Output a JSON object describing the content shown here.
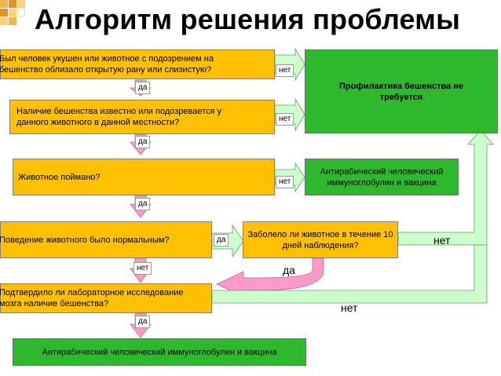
{
  "title": "Алгоритм решения проблемы",
  "boxes": {
    "q1": "Был человек укушен или животное с подозрением на бешенство облизало открытую рану или слизистую?",
    "q2": "Наличие бешенства известно или подозревается у данного животного в данной местности?",
    "q3": "Животное поймано?",
    "q4": "Поведение животного было нормальным?",
    "q5": "Заболело ли животное в течение 10 дней наблюдения?",
    "q6": "Подтвердило ли лабораторное исследование мозга наличие бешенства?",
    "r1": "Профилактика бешенства не требуется",
    "r2": "Антирабический человеческий иммуноглобулин и вакцина",
    "r3": "Антирабический человеческий иммуноглобулин и вакцина"
  },
  "labels": {
    "da": "да",
    "net": "нет"
  },
  "colors": {
    "question_fill": "#ffc000",
    "result_fill": "#2eb82e",
    "arrow_pink": "#ff99cc",
    "arrow_green": "#ccffcc"
  }
}
